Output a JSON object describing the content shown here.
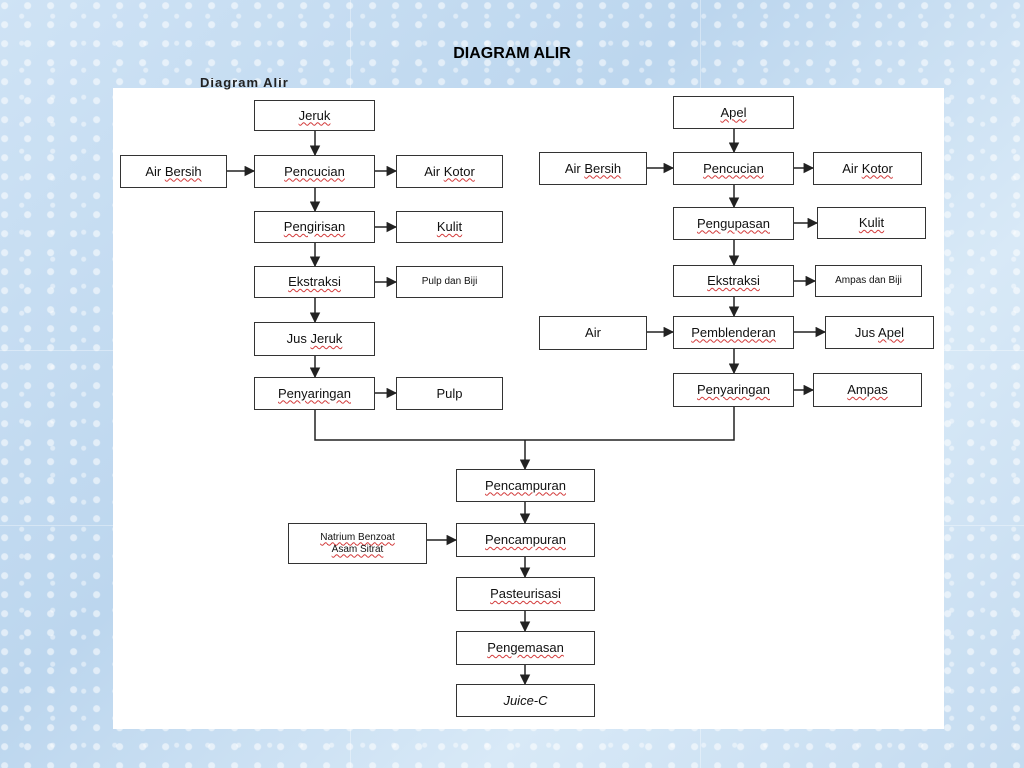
{
  "slide": {
    "title": "DIAGRAM ALIR"
  },
  "panel": {
    "cut_heading": "Diagram Alir"
  },
  "nodes": {
    "jeruk": "Jeruk",
    "air_bersih_l": "Air Bersih",
    "pencucian_l": "Pencucian",
    "air_kotor_l": "Air Kotor",
    "pengirisan": "Pengirisan",
    "kulit_l": "Kulit",
    "ekstraksi_l": "Ekstraksi",
    "pulp_biji": "Pulp dan Biji",
    "jus_jeruk": "Jus Jeruk",
    "penyaringan_l": "Penyaringan",
    "pulp": "Pulp",
    "apel": "Apel",
    "air_bersih_r": "Air Bersih",
    "pencucian_r": "Pencucian",
    "air_kotor_r": "Air Kotor",
    "pengupasan": "Pengupasan",
    "kulit_r": "Kulit",
    "ekstraksi_r": "Ekstraksi",
    "ampas_biji": "Ampas dan Biji",
    "air": "Air",
    "pemblenderan": "Pemblenderan",
    "jus_apel": "Jus Apel",
    "penyaringan_r": "Penyaringan",
    "ampas": "Ampas",
    "pencampuran_1": "Pencampuran",
    "natrium_line1": "Natrium Benzoat",
    "natrium_line2": "Asam Sitrat",
    "pencampuran_2": "Pencampuran",
    "pasteurisasi": "Pasteurisasi",
    "pengemasan": "Pengemasan",
    "juice_c": "Juice-C"
  }
}
